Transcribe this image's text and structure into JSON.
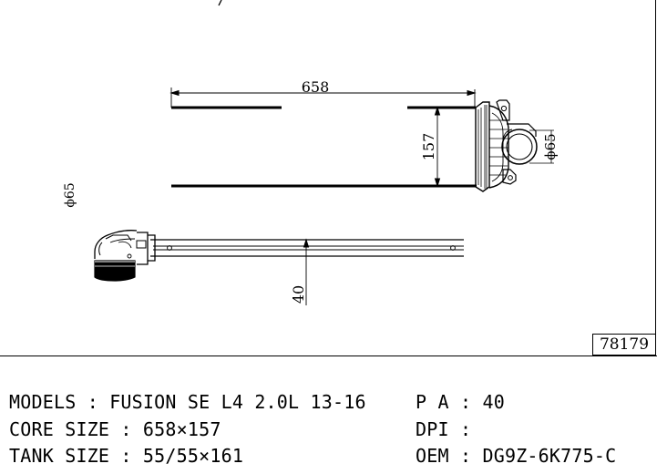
{
  "drawing": {
    "dimensions": {
      "core_width": "658",
      "core_height": "157",
      "port_diameter_top": "ϕ65",
      "port_diameter_side": "ϕ65",
      "core_depth": "40"
    },
    "part_code": "78179"
  },
  "specs": {
    "models_label": "MODELS",
    "models_value": "FUSION SE L4 2.0L 13-16",
    "core_size_label": "CORE SIZE",
    "core_size_value": "658×157",
    "tank_size_label": "TANK SIZE",
    "tank_size_value": "55/55×161",
    "pa_label": "P A",
    "pa_value": "40",
    "dpi_label": "DPI",
    "dpi_value": "",
    "oem_label": "OEM",
    "oem_value": "DG9Z-6K775-C"
  }
}
